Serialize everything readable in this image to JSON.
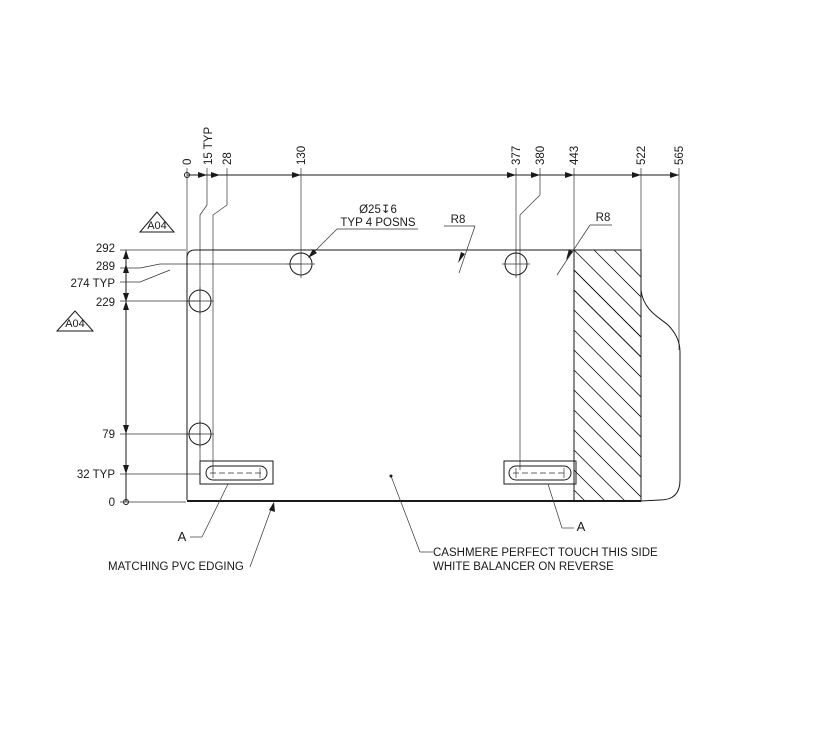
{
  "dimensions_top": [
    "0",
    "15 TYP",
    "28",
    "130",
    "377",
    "380",
    "443",
    "522",
    "565"
  ],
  "dimensions_left": [
    "292",
    "289",
    "274 TYP",
    "229",
    "79",
    "32 TYP",
    "0"
  ],
  "revision_tags": [
    "A04",
    "A04"
  ],
  "callouts": {
    "hole_diameter": "Ø25↧6",
    "hole_positions": "TYP 4 POSNS",
    "radius_1": "R8",
    "radius_2": "R8",
    "section_left": "A",
    "section_right": "A",
    "edging_note": "MATCHING PVC EDGING",
    "face_note_line1": "CASHMERE PERFECT TOUCH THIS SIDE",
    "face_note_line2": "WHITE BALANCER ON REVERSE"
  }
}
